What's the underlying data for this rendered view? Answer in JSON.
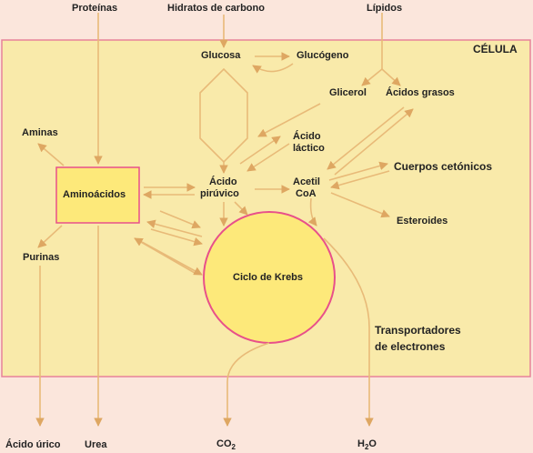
{
  "outside": {
    "proteinas": "Proteínas",
    "hidratos": "Hidratos de carbono",
    "lipidos": "Lípidos",
    "acido_urico": "Ácido úrico",
    "urea": "Urea",
    "co2_main": "CO",
    "co2_sub": "2",
    "h2o_h": "H",
    "h2o_sub": "2",
    "h2o_o": "O"
  },
  "cell": {
    "title": "CÉLULA",
    "glucosa": "Glucosa",
    "glucogeno": "Glucógeno",
    "glicerol": "Glicerol",
    "acidos_grasos": "Ácidos grasos",
    "acido_lactico_1": "Ácido",
    "acido_lactico_2": "láctico",
    "aminas": "Aminas",
    "aminoacidos": "Aminoácidos",
    "acido_piruvico_1": "Ácido",
    "acido_piruvico_2": "pirúvico",
    "acetil_1": "Acetil",
    "acetil_2": "CoA",
    "cuerpos_cetonicos": "Cuerpos cetónicos",
    "esteroides": "Esteroides",
    "purinas": "Purinas",
    "ciclo_krebs": "Ciclo de Krebs",
    "transportadores_1": "Transportadores",
    "transportadores_2": "de electrones"
  },
  "colors": {
    "background": "#fbe6dc",
    "cell_fill": "#f9eaaa",
    "cell_border": "#e8829a",
    "arrow": "#e8ba78",
    "krebs_fill": "#fde97a",
    "krebs_border": "#e8508a",
    "box_fill": "#fde97a"
  }
}
